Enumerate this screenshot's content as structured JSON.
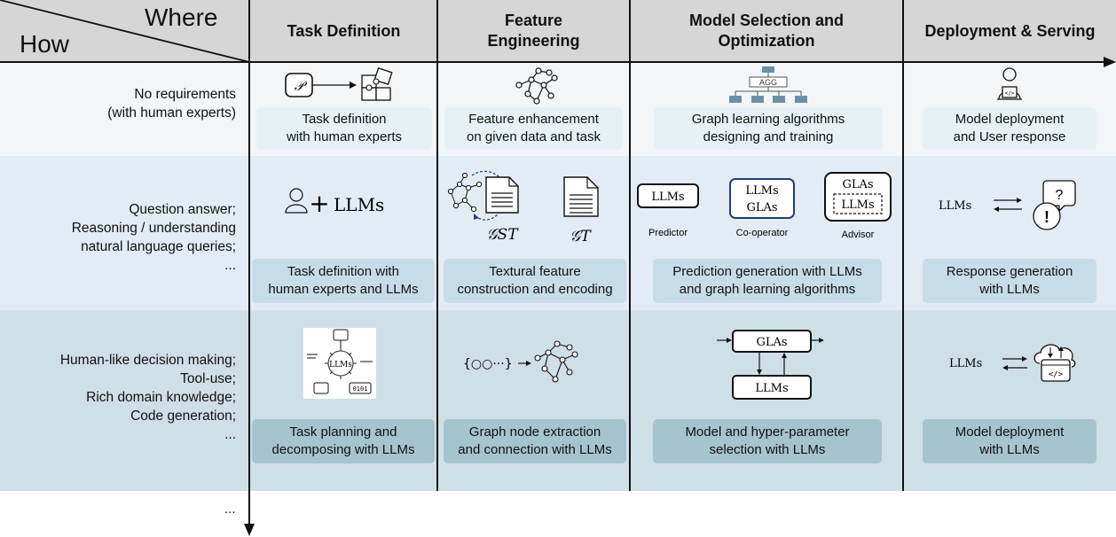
{
  "corner": {
    "where": "Where",
    "how": "How"
  },
  "columns": [
    {
      "title_lines": [
        "Task Definition"
      ]
    },
    {
      "title_lines": [
        "Feature",
        "Engineering"
      ]
    },
    {
      "title_lines": [
        "Model Selection and",
        "Optimization"
      ]
    },
    {
      "title_lines": [
        "Deployment & Serving"
      ]
    }
  ],
  "rows": [
    {
      "label_lines": [
        "No requirements",
        "(with human experts)"
      ],
      "cells": [
        [
          "Task definition",
          "with human experts"
        ],
        [
          "Feature enhancement",
          "on given data and task"
        ],
        [
          "Graph learning algorithms",
          "designing and training"
        ],
        [
          "Model deployment",
          "and User response"
        ]
      ]
    },
    {
      "label_lines": [
        "Question answer;",
        "Reasoning / understanding",
        "natural language queries;",
        "..."
      ],
      "cells": [
        [
          "Task definition with",
          "human  experts and LLMs"
        ],
        [
          "Textural feature",
          "construction and encoding"
        ],
        [
          "Prediction generation with LLMs",
          "and graph learning algorithms"
        ],
        [
          "Response generation",
          "with LLMs"
        ]
      ]
    },
    {
      "label_lines": [
        "Human-like decision making;",
        "Tool-use;",
        "Rich domain knowledge;",
        "Code generation;",
        "..."
      ],
      "cells": [
        [
          "Task planning and",
          "decomposing with LLMs"
        ],
        [
          "Graph node extraction",
          "and connection with LLMs"
        ],
        [
          "Model and hyper-parameter",
          "selection with LLMs"
        ],
        [
          "Model deployment",
          "with LLMs"
        ]
      ]
    }
  ],
  "more_rows": "...",
  "icon_text": {
    "p_symbol": "𝒫",
    "agg": "AGG",
    "llms": "LLMs",
    "glas": "GLAs",
    "g_st": "𝒢ST",
    "g_t": "𝒢T",
    "predictor": "Predictor",
    "cooperator": "Co-operator",
    "advisor": "Advisor",
    "braces": "{○○···}",
    "plus": "+"
  },
  "icons": [
    "p-to-puzzle-icon",
    "graph-network-icon",
    "agg-tree-icon",
    "developer-person-icon",
    "person-plus-llms-icon",
    "graph-to-document-icon",
    "document-icon",
    "llm-predictor-box-icon",
    "cooperator-box-icon",
    "advisor-box-icon",
    "question-exclaim-bubbles-icon",
    "llm-agent-gear-icon",
    "braces-to-graph-icon",
    "glas-llms-loop-icon",
    "cloud-code-icon"
  ],
  "colors": {
    "header": "#d6d6d6",
    "row1": "#f2f6f8",
    "row2": "#e3ecf4",
    "row3": "#cfdfe6",
    "cap1": "#e7f1f5",
    "cap2": "#c7dce9",
    "cap3": "#a6c3d0",
    "line": "#111111"
  }
}
